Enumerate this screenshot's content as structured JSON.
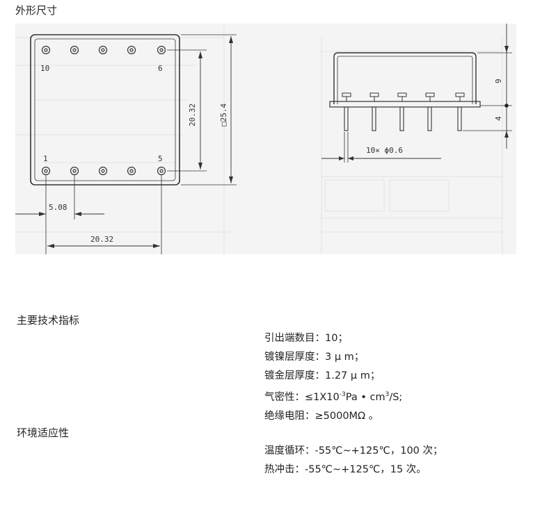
{
  "title": "外形尺寸",
  "drawing": {
    "pin_label_10": "10",
    "pin_label_6": "6",
    "pin_label_1": "1",
    "pin_label_5": "5",
    "dim_pin_span_vertical": "20.32",
    "dim_body_size": "□25.4",
    "dim_pin_pitch": "5.08",
    "dim_pin_span_horizontal": "20.32",
    "dim_height": "9",
    "dim_lead_length": "4",
    "dim_pin_diameter": "10× ϕ0.6"
  },
  "section_specs": {
    "heading": "主要技术指标",
    "items": [
      {
        "label": "引出端数目：",
        "value": "10；"
      },
      {
        "label": "镀镍层厚度：",
        "value": "3 μ m；"
      },
      {
        "label": "镀金层厚度：",
        "value": "1.27 μ m；"
      },
      {
        "label": "气密性：",
        "value_prefix": "≤1X10",
        "sup1": "-3",
        "value_mid": "Pa • cm",
        "sup2": "3",
        "value_suffix": "/S;"
      },
      {
        "label": "绝缘电阻：",
        "value": "≥5000MΩ 。"
      }
    ]
  },
  "section_env": {
    "heading": "环境适应性",
    "items": [
      {
        "label": "温度循环：",
        "value": "-55℃~+125℃，100 次；"
      },
      {
        "label": "热冲击：",
        "value": "-55℃~+125℃，15 次。"
      }
    ]
  }
}
